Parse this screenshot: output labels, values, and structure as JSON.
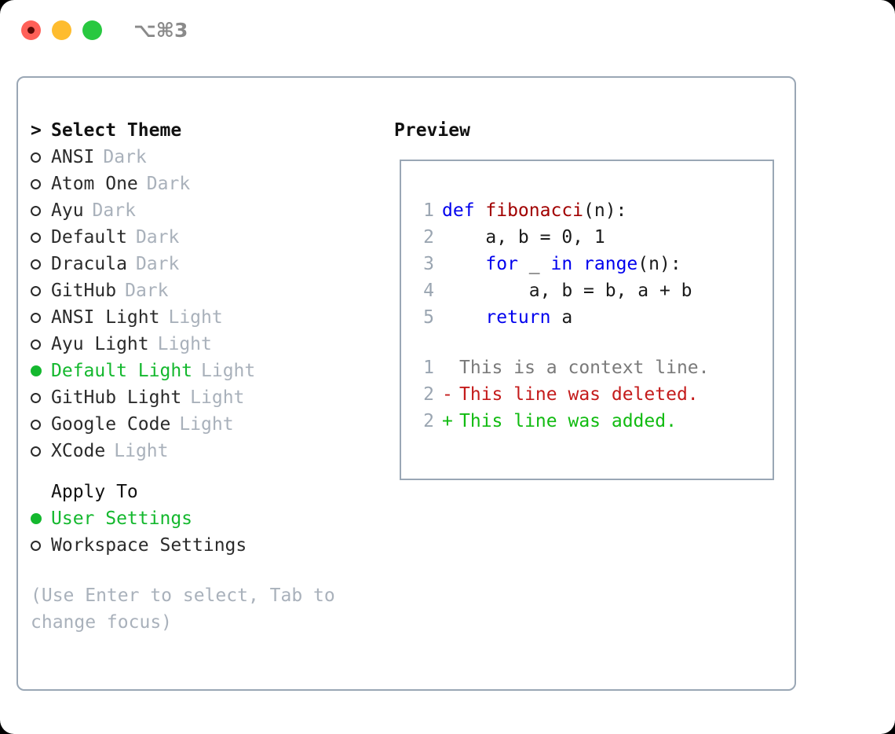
{
  "window": {
    "traffic_lights": [
      "close-red",
      "minimize-yellow",
      "maximize-green"
    ],
    "shortcut": "⌥⌘3",
    "colors": {
      "red": "#ff6058",
      "yellow": "#febc2e",
      "green": "#28c840",
      "panel_border": "#9aa7b5",
      "accent_green": "#14b82e",
      "muted": "#a9b1bb"
    }
  },
  "theme_picker": {
    "header_caret": ">",
    "header_title": "Select Theme",
    "items": [
      {
        "name": "ANSI",
        "mode": "Dark",
        "selected": false
      },
      {
        "name": "Atom One",
        "mode": "Dark",
        "selected": false
      },
      {
        "name": "Ayu",
        "mode": "Dark",
        "selected": false
      },
      {
        "name": "Default",
        "mode": "Dark",
        "selected": false
      },
      {
        "name": "Dracula",
        "mode": "Dark",
        "selected": false
      },
      {
        "name": "GitHub",
        "mode": "Dark",
        "selected": false
      },
      {
        "name": "ANSI Light",
        "mode": "Light",
        "selected": false
      },
      {
        "name": "Ayu Light",
        "mode": "Light",
        "selected": false
      },
      {
        "name": "Default Light",
        "mode": "Light",
        "selected": true
      },
      {
        "name": "GitHub Light",
        "mode": "Light",
        "selected": false
      },
      {
        "name": "Google Code",
        "mode": "Light",
        "selected": false
      },
      {
        "name": "XCode",
        "mode": "Light",
        "selected": false
      }
    ]
  },
  "apply_to": {
    "label": "Apply To",
    "options": [
      {
        "name": "User Settings",
        "selected": true
      },
      {
        "name": "Workspace Settings",
        "selected": false
      }
    ]
  },
  "hint": "(Use Enter to select, Tab to change focus)",
  "preview": {
    "title": "Preview",
    "code_lines": [
      {
        "no": "1",
        "segments": [
          {
            "t": "def ",
            "c": "kw"
          },
          {
            "t": "fibonacci",
            "c": "fn"
          },
          {
            "t": "(n):",
            "c": "plain"
          }
        ]
      },
      {
        "no": "2",
        "segments": [
          {
            "t": "    a, b = 0, 1",
            "c": "plain"
          }
        ]
      },
      {
        "no": "3",
        "segments": [
          {
            "t": "    ",
            "c": "plain"
          },
          {
            "t": "for",
            "c": "kw"
          },
          {
            "t": " _ ",
            "c": "plain"
          },
          {
            "t": "in",
            "c": "kw"
          },
          {
            "t": " ",
            "c": "plain"
          },
          {
            "t": "range",
            "c": "kw"
          },
          {
            "t": "(n):",
            "c": "plain"
          }
        ]
      },
      {
        "no": "4",
        "segments": [
          {
            "t": "        a, b = b, a + b",
            "c": "plain"
          }
        ]
      },
      {
        "no": "5",
        "segments": [
          {
            "t": "    ",
            "c": "plain"
          },
          {
            "t": "return",
            "c": "kw"
          },
          {
            "t": " a",
            "c": "plain"
          }
        ]
      }
    ],
    "diff_lines": [
      {
        "no": "1",
        "sign": " ",
        "text": "This is a context line.",
        "kind": "ctx"
      },
      {
        "no": "2",
        "sign": "-",
        "text": "This line was deleted.",
        "kind": "del"
      },
      {
        "no": "2",
        "sign": "+",
        "text": "This line was added.",
        "kind": "add"
      }
    ]
  }
}
